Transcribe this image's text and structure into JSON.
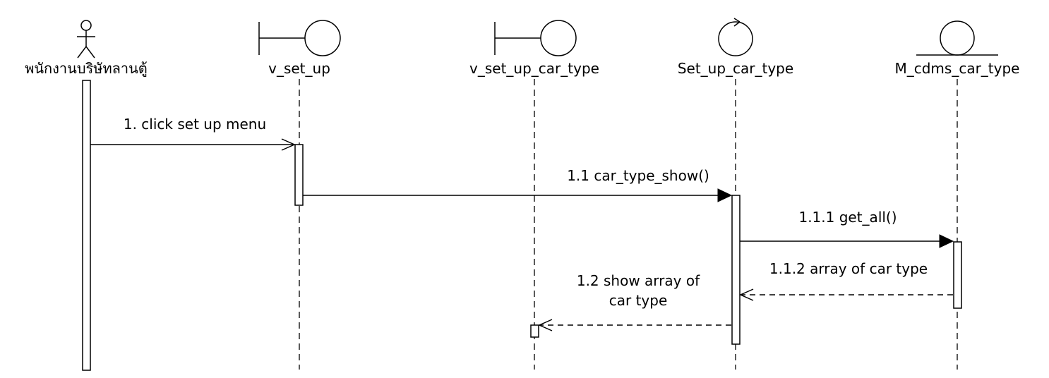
{
  "participants": [
    {
      "id": "actor",
      "kind": "actor",
      "label": "พนักงานบริษัทลานตู้"
    },
    {
      "id": "v_set_up",
      "kind": "boundary",
      "label": "v_set_up"
    },
    {
      "id": "v_set_up_car_type",
      "kind": "boundary",
      "label": "v_set_up_car_type"
    },
    {
      "id": "set_up_car_type",
      "kind": "control",
      "label": "Set_up_car_type"
    },
    {
      "id": "m_cdms_car_type",
      "kind": "entity",
      "label": "M_cdms_car_type"
    }
  ],
  "messages": [
    {
      "id": "m1",
      "from": "actor",
      "to": "v_set_up",
      "label": "1. click set up menu",
      "style": "sync-open"
    },
    {
      "id": "m1_1",
      "from": "v_set_up",
      "to": "set_up_car_type",
      "label": "1.1 car_type_show()",
      "style": "sync"
    },
    {
      "id": "m1_1_1",
      "from": "set_up_car_type",
      "to": "m_cdms_car_type",
      "label": "1.1.1 get_all()",
      "style": "sync"
    },
    {
      "id": "m1_1_2",
      "from": "m_cdms_car_type",
      "to": "set_up_car_type",
      "label": "1.1.2 array of car type",
      "style": "return"
    },
    {
      "id": "m1_2",
      "from": "set_up_car_type",
      "to": "v_set_up_car_type",
      "label_lines": [
        "1.2 show array of",
        "car type"
      ],
      "style": "return"
    }
  ]
}
